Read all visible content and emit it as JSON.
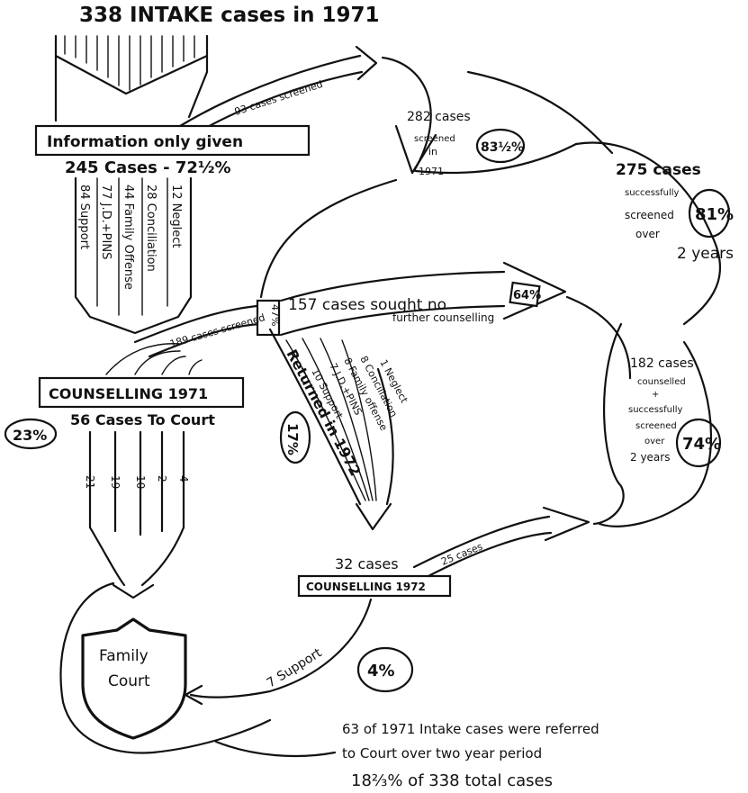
{
  "title": "338 INTAKE cases in 1971",
  "info": {
    "box_label": "Information only given",
    "cases": "245 Cases - 72½%",
    "breakdown": [
      "84 Support",
      "77 J.D.+PINS",
      "44 Family Offense",
      "28 Conciliation",
      "12 Neglect"
    ]
  },
  "screened_93": "93 cases screened",
  "screened_282": {
    "line1": "282 cases",
    "line2": "screened",
    "line3": "in",
    "line4": "1971",
    "pct": "83½%"
  },
  "success_275": {
    "line1": "275 cases",
    "line2": "successfully",
    "line3": "screened",
    "line4": "over",
    "line5": "2 years",
    "pct": "81%"
  },
  "screened_189": {
    "text": "189 cases screened",
    "pct": "47%"
  },
  "no_further": {
    "line1": "157 cases sought no",
    "line2": "further counselling",
    "pct": "64%"
  },
  "counselled_182": {
    "line1": "182 cases",
    "line2": "counselled",
    "line3": "+",
    "line4": "successfully",
    "line5": "screened",
    "line6": "over",
    "line7": "2 years",
    "pct": "74%"
  },
  "counselling_1971": {
    "label": "COUNSELLING 1971",
    "to_court": "56 Cases To Court",
    "pct": "23%",
    "breakdown": [
      "21",
      "19",
      "10",
      "2",
      "4"
    ]
  },
  "returned_1972": {
    "label": "Returned in 1972",
    "pct": "17%",
    "breakdown": [
      "10 Support",
      "7 J.D.+PINS",
      "8 Family offense",
      "8 Conciliation",
      "1 Neglect"
    ]
  },
  "counselling_1972": {
    "label": "COUNSELLING 1972",
    "cases": "32 cases",
    "screened": "25 cases"
  },
  "family_court": {
    "line1": "Family",
    "line2": "Court"
  },
  "support_7": "7 Support",
  "pct_4": "4%",
  "summary": {
    "line1": "63 of 1971 Intake cases were referred",
    "line2": "to Court over two year period",
    "line3": "18⅔% of 338 total cases"
  }
}
